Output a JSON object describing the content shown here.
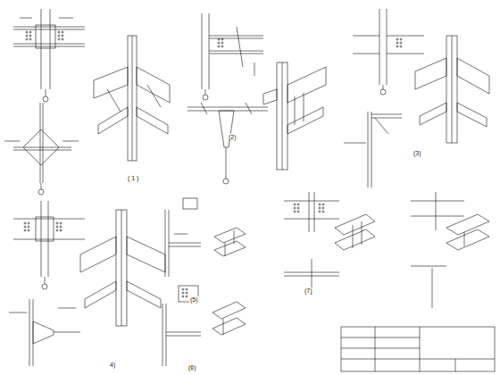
{
  "diagram": {
    "labels": [
      "( 1 )",
      "(2)",
      "(3)",
      "4)",
      "(5)",
      "(6)",
      "(7)"
    ]
  }
}
